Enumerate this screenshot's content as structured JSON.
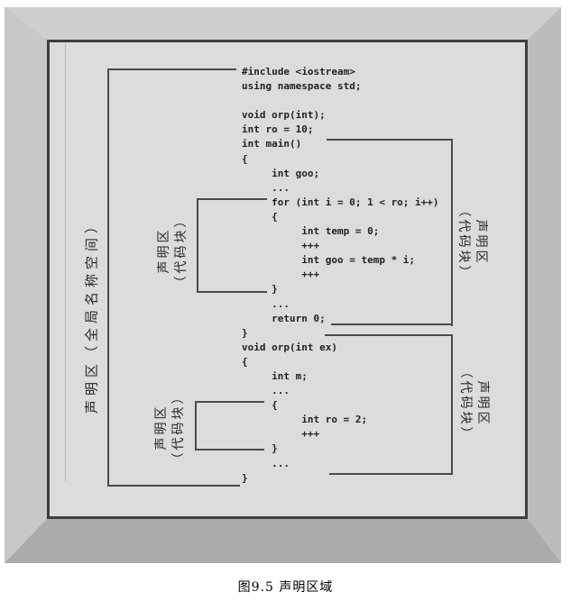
{
  "figure": {
    "caption": "图9.5 声明区域"
  },
  "code": {
    "lines": [
      "#include <iostream>",
      "using namespace std;",
      "",
      "void orp(int);",
      "int ro = 10;",
      "int main()",
      "{",
      "     int goo;",
      "     ...",
      "     for (int i = 0; 1 < ro; i++)",
      "     {",
      "          int temp = 0;",
      "          +++",
      "          int goo = temp * i;",
      "          +++",
      "     }",
      "     ...",
      "     return 0;",
      "}",
      "void orp(int ex)",
      "{",
      "     int m;",
      "     ...",
      "     {",
      "          int ro = 2;",
      "          +++",
      "     }",
      "     ...",
      "}"
    ]
  },
  "labels": {
    "global_region": "声明区（全局名称空间）",
    "block_region_line1": "声明区",
    "block_region_line2": "（代码块）"
  },
  "colors": {
    "panel_bg": "#dcdcdc",
    "bracket_line": "#4a4a4a",
    "frame_gray": "#bcbcbc"
  }
}
